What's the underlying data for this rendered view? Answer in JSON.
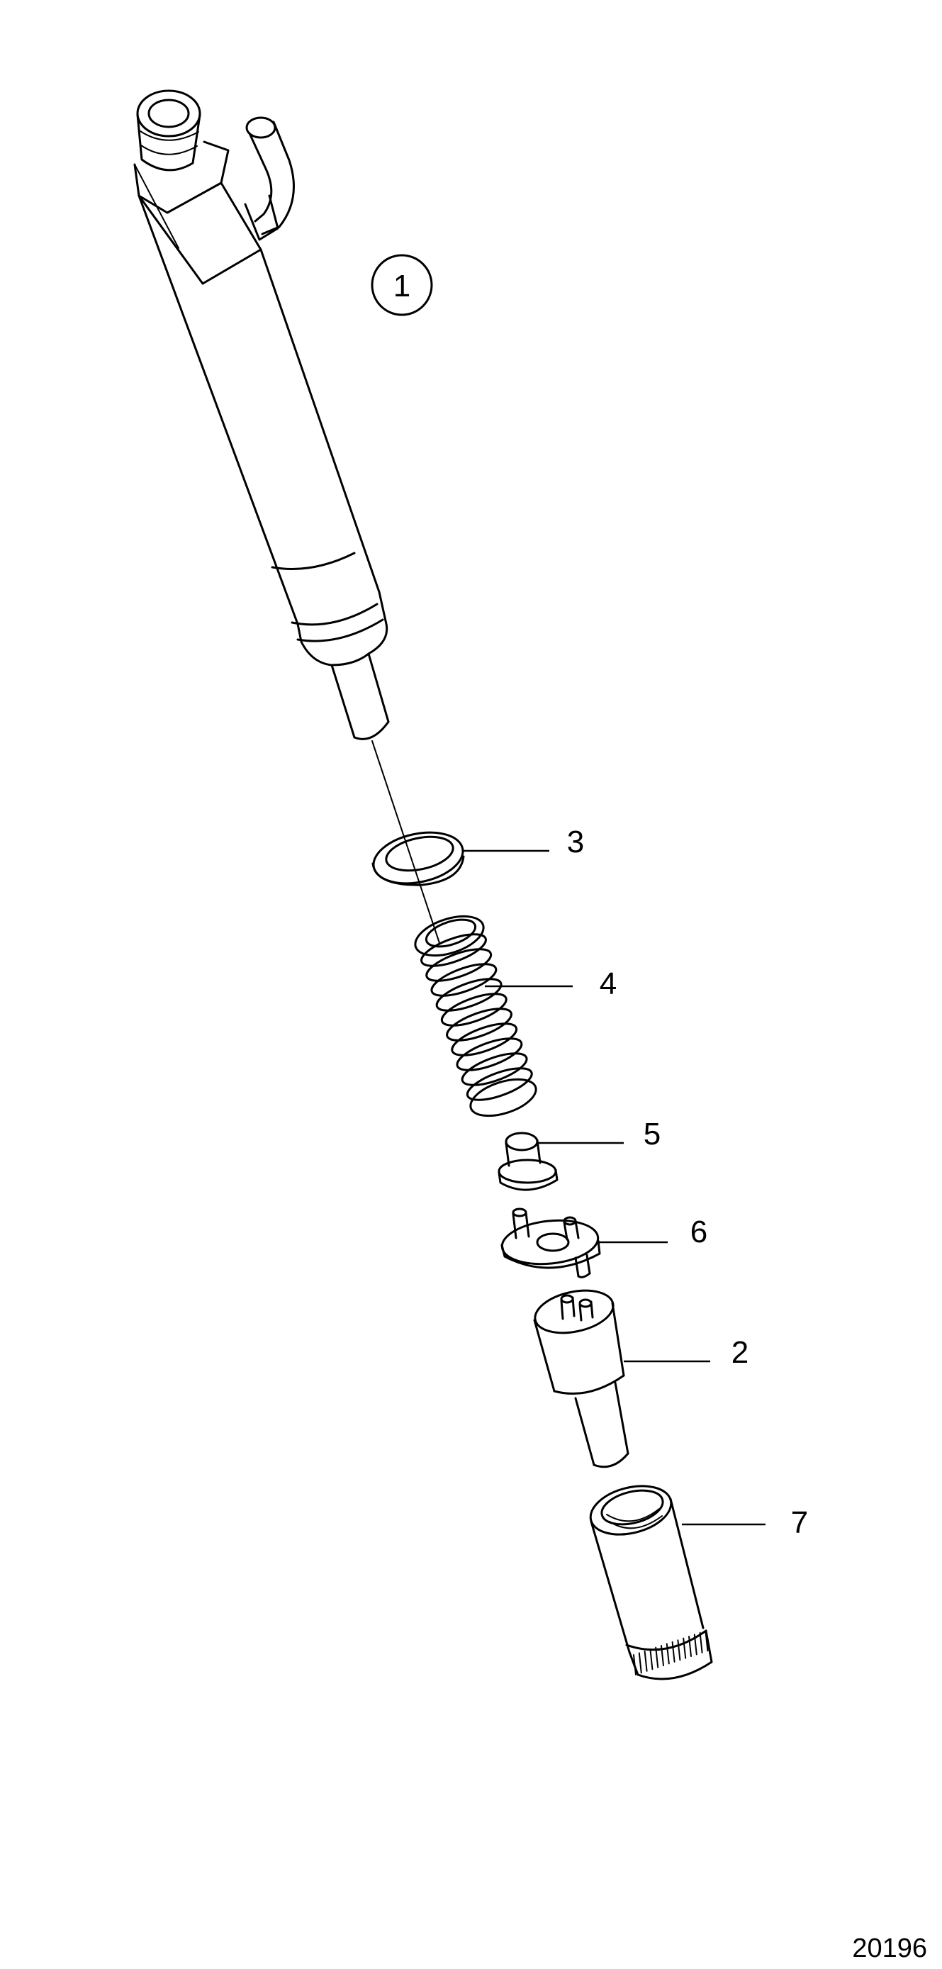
{
  "diagram": {
    "callouts": [
      {
        "id": "1",
        "label": "1",
        "circled": true
      },
      {
        "id": "2",
        "label": "2"
      },
      {
        "id": "3",
        "label": "3"
      },
      {
        "id": "4",
        "label": "4"
      },
      {
        "id": "5",
        "label": "5"
      },
      {
        "id": "6",
        "label": "6"
      },
      {
        "id": "7",
        "label": "7"
      }
    ],
    "figure_number": "20196",
    "colors": {
      "line": "#000000",
      "background": "#ffffff"
    }
  }
}
